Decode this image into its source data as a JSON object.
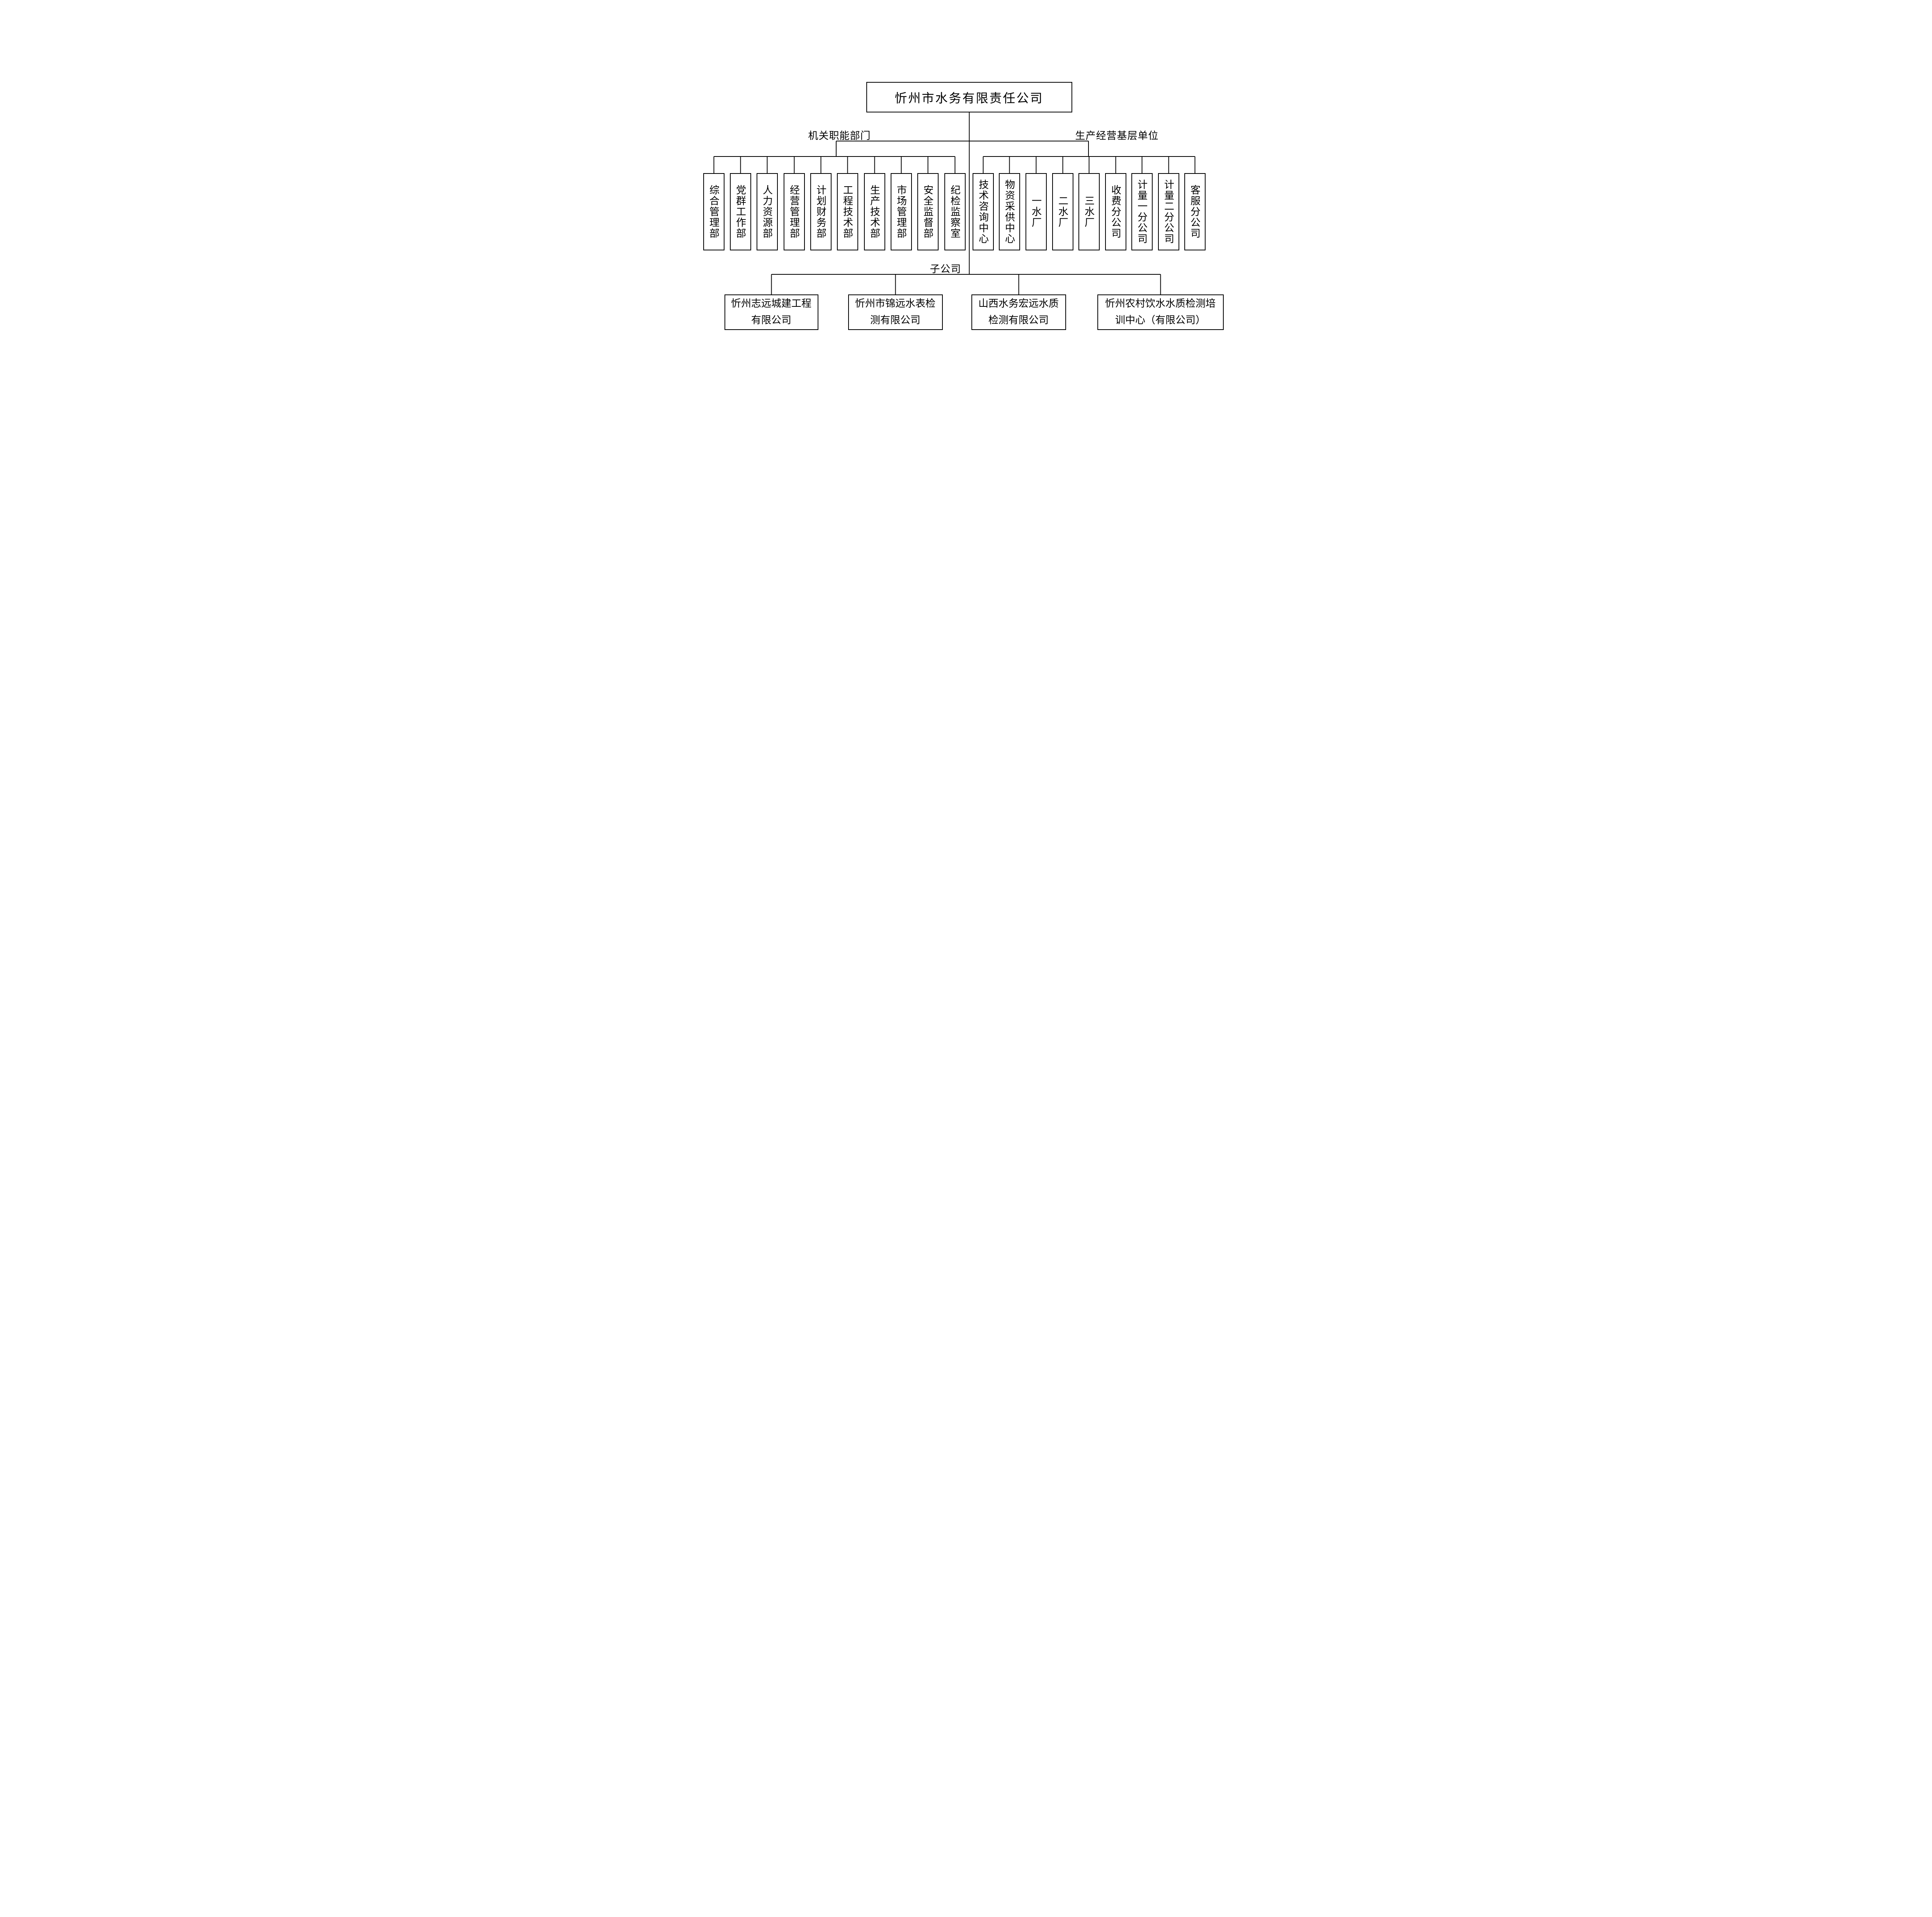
{
  "root": {
    "title": "忻州市水务有限责任公司"
  },
  "branches": {
    "functional_departments_label": "机关职能部门",
    "production_units_label": "生产经营基层单位",
    "subsidiaries_label": "子公司"
  },
  "departments": [
    "综合管理部",
    "党群工作部",
    "人力资源部",
    "经营管理部",
    "计划财务部",
    "工程技术部",
    "生产技术部",
    "市场管理部",
    "安全监督部",
    "纪检监察室"
  ],
  "units": [
    "技术咨询中心",
    "物资采供中心",
    "一水厂",
    "二水厂",
    "三水厂",
    "收费分公司",
    "计量一分公司",
    "计量二分公司",
    "客服分公司"
  ],
  "subsidiaries": [
    {
      "line1": "忻州志远城建工程",
      "line2": "有限公司"
    },
    {
      "line1": "忻州市锦远水表检",
      "line2": "测有限公司"
    },
    {
      "line1": "山西水务宏远水质",
      "line2": "检测有限公司"
    },
    {
      "line1": "忻州农村饮水水质检测培",
      "line2": "训中心（有限公司）"
    }
  ],
  "colors": {
    "line": "#000000",
    "background": "#ffffff",
    "text": "#000000"
  }
}
